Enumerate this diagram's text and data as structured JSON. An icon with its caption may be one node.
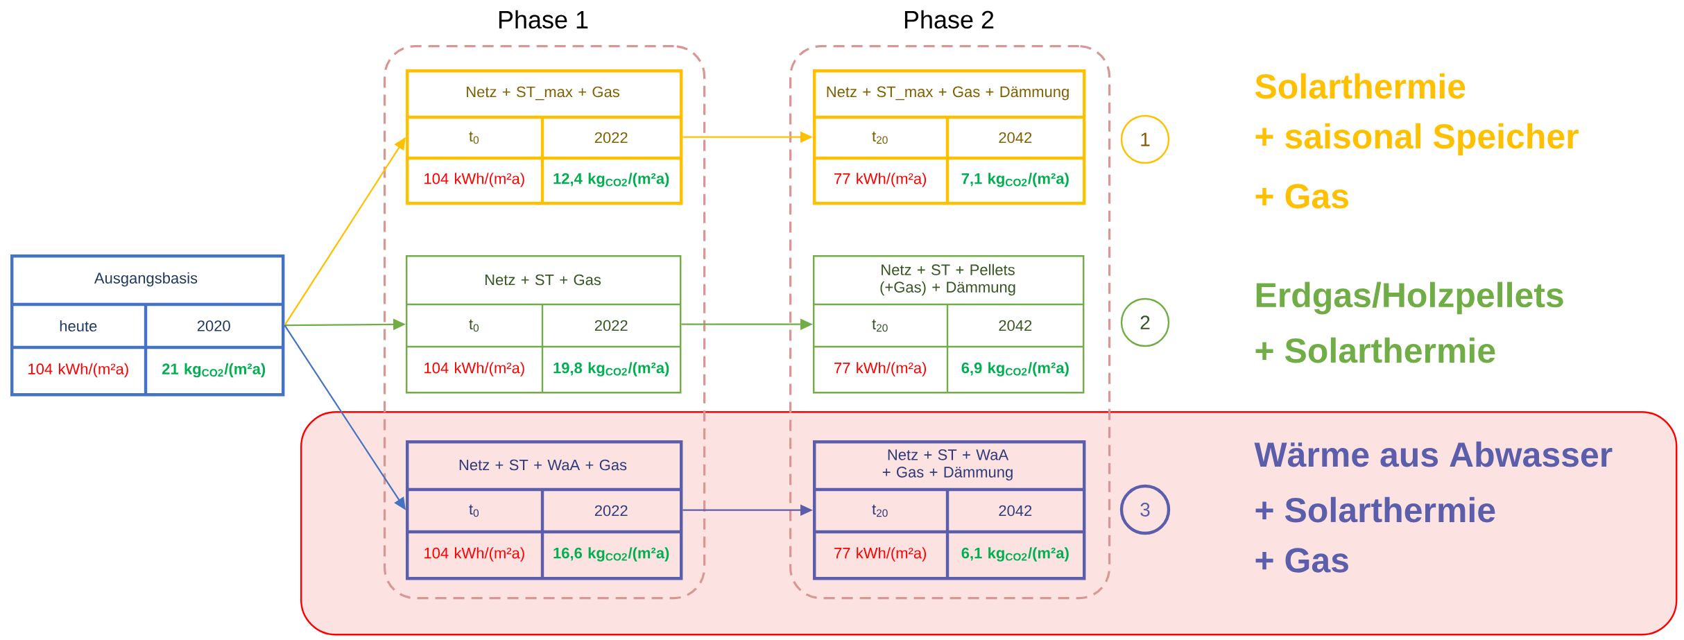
{
  "diagram": {
    "nodes": [
      {
        "text": [
          "Ausgangsbasis",
          "heute",
          "2020",
          "104 kWh/(m²a)",
          "21 kg$_{CO2}$/(m²a)"
        ]
      },
      {
        "text": [
          "Phase 1"
        ]
      },
      {
        "text": [
          "Phase 2"
        ]
      },
      {
        "text": [
          "Netz + ST_max +  Gas",
          "t$_{0}$",
          "2022",
          "104 kWh/(m²a)",
          "12,4 kg$_{CO2}$/(m²a)"
        ],
        "in": 1
      },
      {
        "text": [
          "Netz + ST_max + Gas + Dämmung",
          "t$_{20}$",
          "2042",
          "77 kWh/(m²a)",
          "7,1 kg$_{CO2}$/(m²a)"
        ],
        "in": 2
      },
      {
        "text": [
          "1"
        ]
      },
      {
        "text": [
          "Netz + ST + Gas",
          "t$_{0}$",
          "2022",
          "104 kWh/(m²a)",
          "19,8 kg$_{CO2}$/(m²a)"
        ],
        "in": 1
      },
      {
        "text": [
          "Netz + ST + Pellets (+Gas) + Dämmung",
          "t$_{20}$",
          "2042",
          "77 kWh/(m²a)",
          "6,9 kg$_{CO2}$/(m²a)"
        ],
        "in": 2
      },
      {
        "text": [
          "2"
        ]
      },
      {
        "text": [
          "Wärme aus Abwasser",
          "+ Solarthermie",
          "+ Gas"
        ]
      },
      {
        "text": [
          "Netz + ST + WaA + Gas",
          "t$_{0}$",
          "2022",
          "104 kWh/(m²a)",
          "16,6 kg$_{CO2}$/(m²a)"
        ]
      },
      {
        "text": [
          "Netz + ST + WaA + Gas + Dämmung",
          "t$_{20}$",
          "2042",
          "77 kWh/(m²a)",
          "6,1 kg$_{CO2}$/(m²a)"
        ]
      },
      {
        "text": [
          "3"
        ],
        "in": 9
      }
    ],
    "edges": [
      {
        "from": 0,
        "to": 3,
        "arrow": "to",
        "color": "#ffc000"
      },
      {
        "from": 0,
        "to": 6,
        "arrow": "to",
        "color": "#70ad47"
      },
      {
        "from": 0,
        "to": 10,
        "arrow": "to",
        "color": "#4472c4"
      },
      {
        "from": 3,
        "to": 4,
        "arrow": "to",
        "color": "#ffc000"
      },
      {
        "from": 6,
        "to": 7,
        "arrow": "to",
        "color": "#70ad47"
      },
      {
        "from": 10,
        "to": 11,
        "arrow": "to",
        "color": "#5b5eab"
      }
    ],
    "labels": [
      "Solarthermie",
      "+ saisonal Speicher",
      "+ Gas",
      "Erdgas/Holzpellets",
      "+ Solarthermie"
    ]
  }
}
